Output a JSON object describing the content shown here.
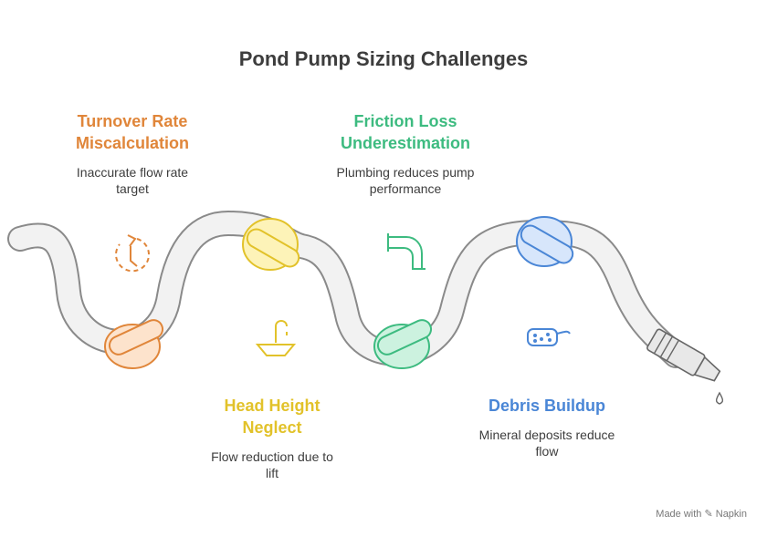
{
  "title": "Pond Pump Sizing Challenges",
  "items": [
    {
      "heading_l1": "Turnover Rate",
      "heading_l2": "Miscalculation",
      "desc_l1": "Inaccurate flow rate",
      "desc_l2": "target",
      "color": "#e0863a",
      "icon": "timer-icon"
    },
    {
      "heading_l1": "Head Height",
      "heading_l2": "Neglect",
      "desc_l1": "Flow reduction due to",
      "desc_l2": "lift",
      "color": "#e2c22a",
      "icon": "fountain-icon"
    },
    {
      "heading_l1": "Friction Loss",
      "heading_l2": "Underestimation",
      "desc_l1": "Plumbing reduces pump",
      "desc_l2": "performance",
      "color": "#3dbb80",
      "icon": "pipe-faucet-icon"
    },
    {
      "heading_l1": "Debris Buildup",
      "heading_l2": "",
      "desc_l1": "Mineral deposits reduce",
      "desc_l2": "flow",
      "color": "#4a86d6",
      "icon": "filter-icon"
    }
  ],
  "watermark": "Made with ✎ Napkin"
}
